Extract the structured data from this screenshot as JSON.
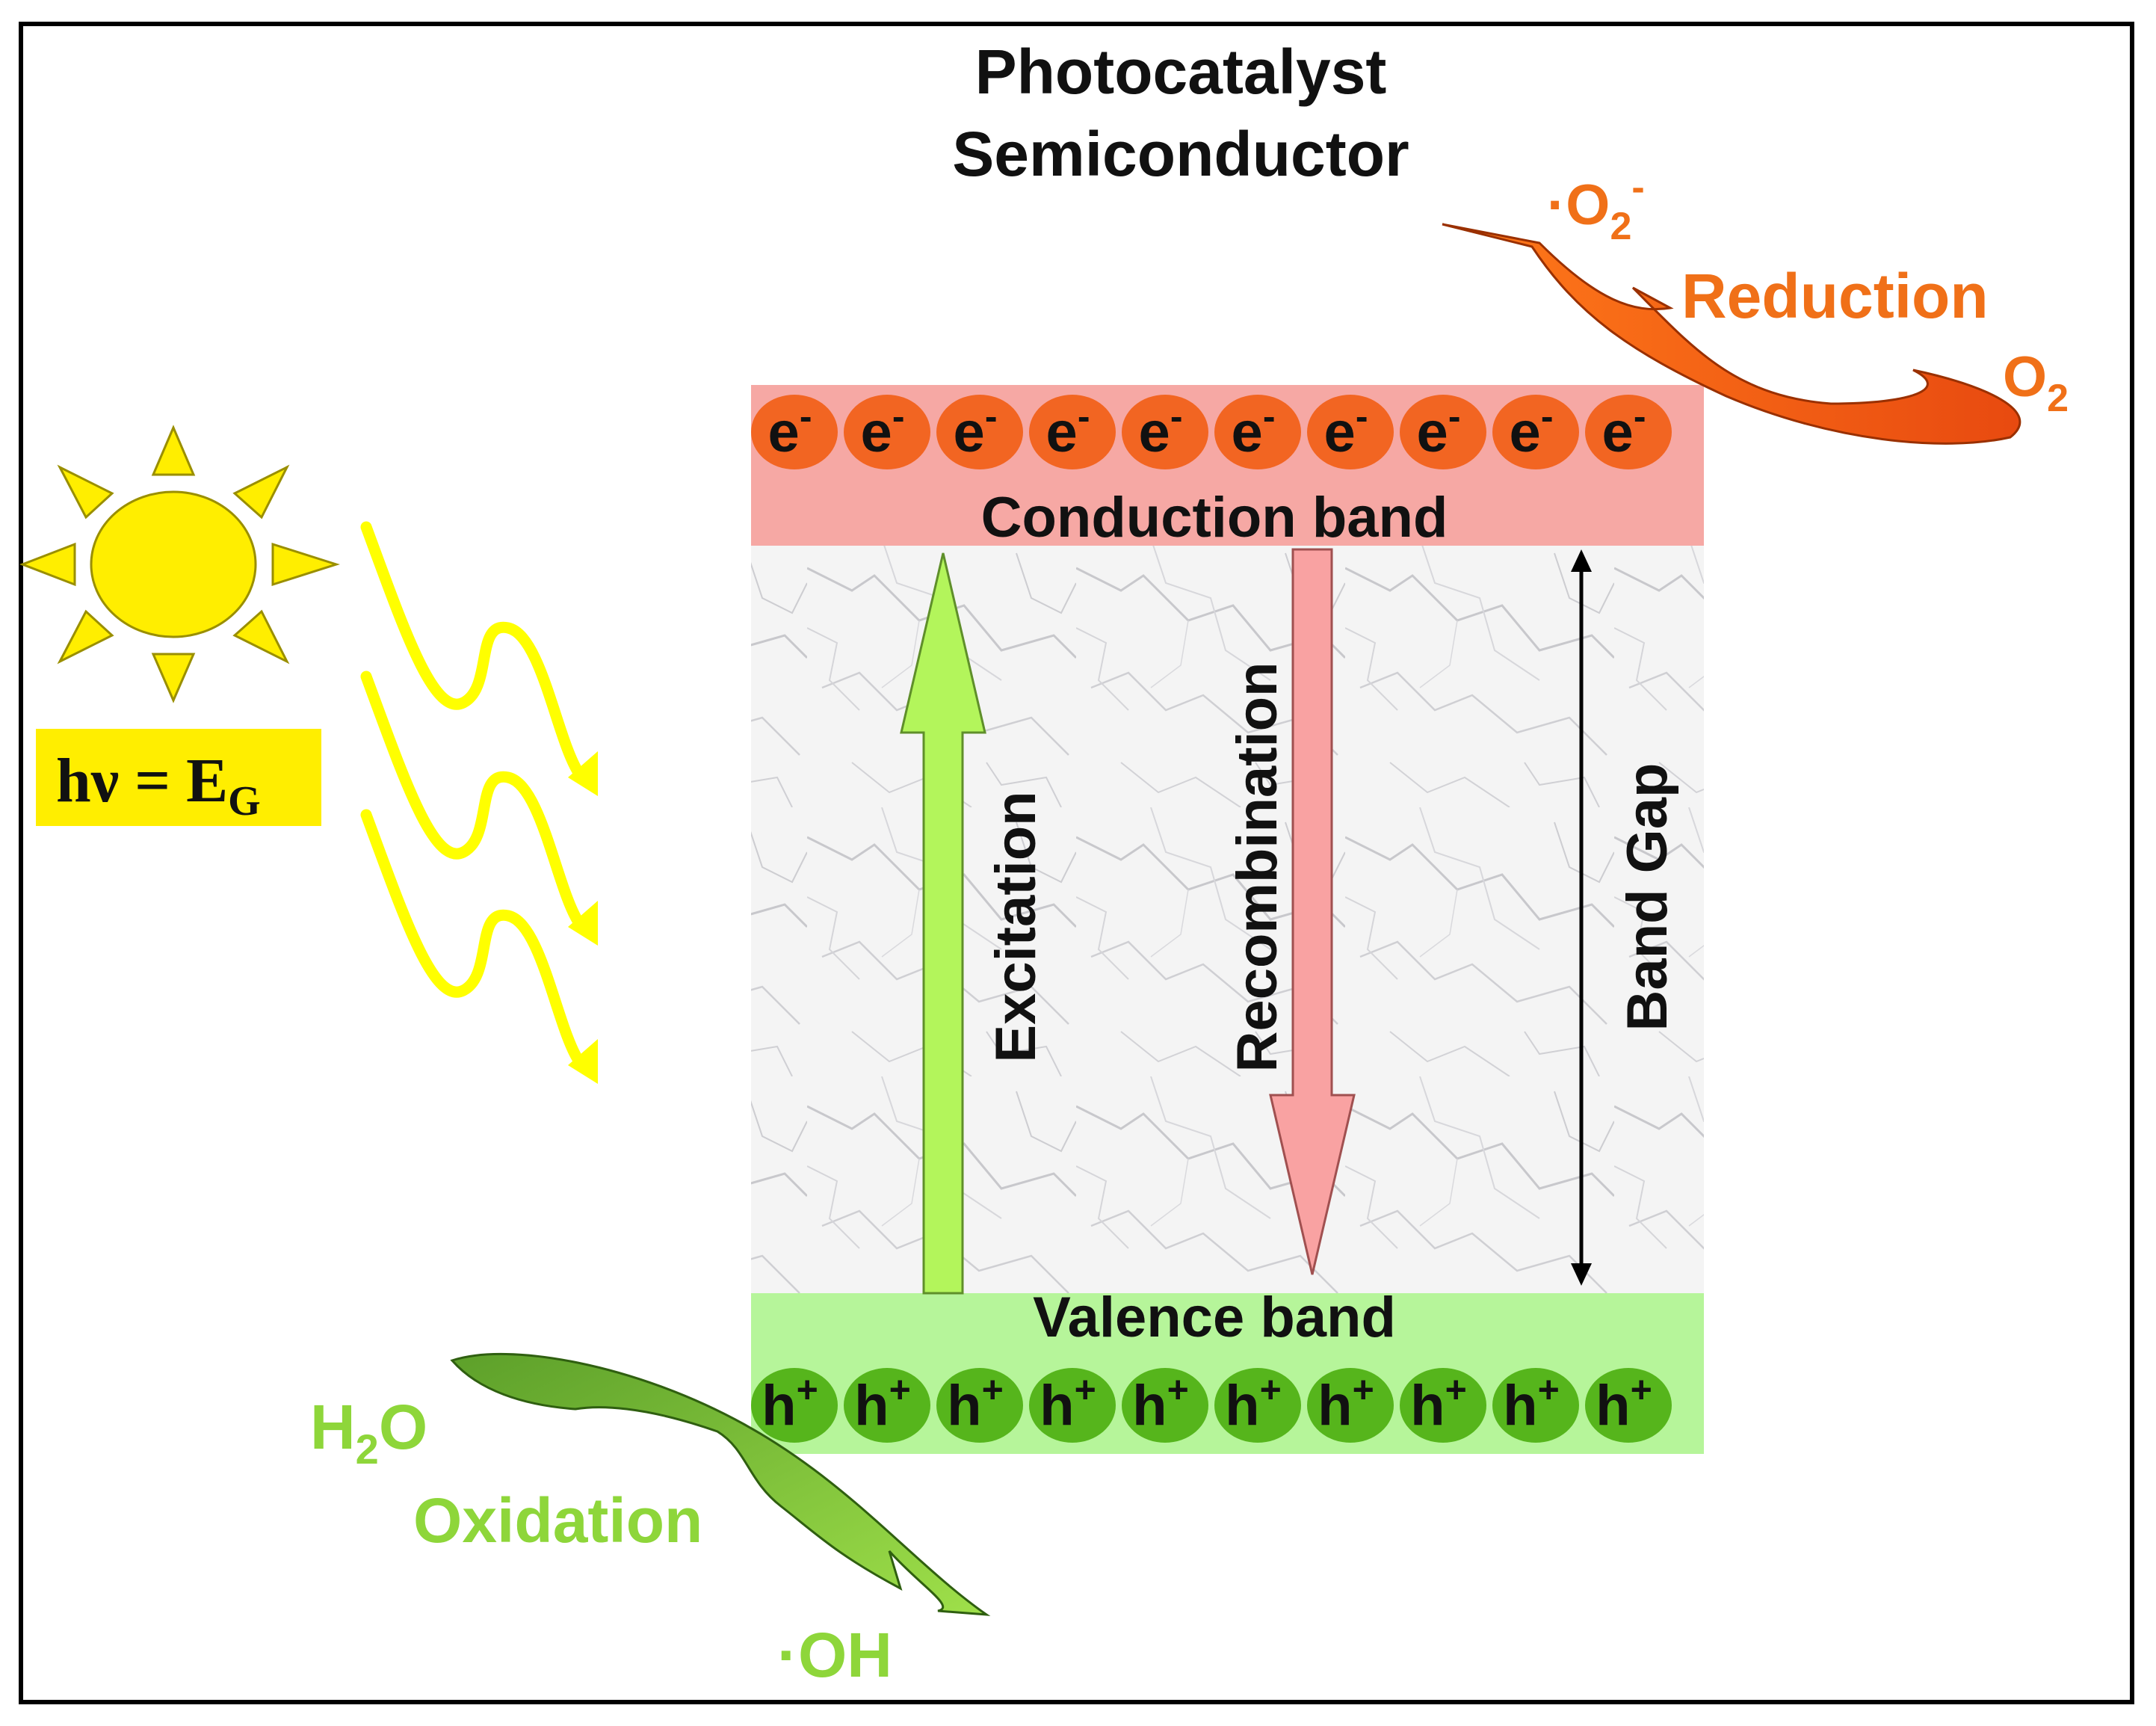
{
  "title": {
    "line1": "Photocatalyst",
    "line2": "Semiconductor"
  },
  "light": {
    "formula_main": "hν = E",
    "formula_sub": "G"
  },
  "bands": {
    "conduction_label": "Conduction band",
    "valence_label": "Valence band",
    "electron_base": "e",
    "electron_sup": "-",
    "electron_count": 10,
    "hole_base": "h",
    "hole_sup": "+",
    "hole_count": 10
  },
  "processes": {
    "excitation": "Excitation",
    "recombination": "Recombination",
    "band_gap": "Band Gap"
  },
  "reduction": {
    "label": "Reduction",
    "reactant_base": "O",
    "reactant_sub": "2",
    "product_base": "·O",
    "product_sub": "2",
    "product_sup": "-"
  },
  "oxidation": {
    "label": "Oxidation",
    "reactant_base": "H",
    "reactant_sub": "2",
    "reactant_tail": "O",
    "product": "·OH"
  },
  "colors": {
    "conduction_band": "#f6a8a4",
    "valence_band": "#b6f59a",
    "electron": "#f26522",
    "hole": "#56b51c",
    "excitation_arrow": "#b3f55b",
    "recombination_arrow": "#f9a2a2",
    "sun": "#ffee00",
    "reduction_text": "#f07018",
    "oxidation_text": "#8ed63a"
  }
}
